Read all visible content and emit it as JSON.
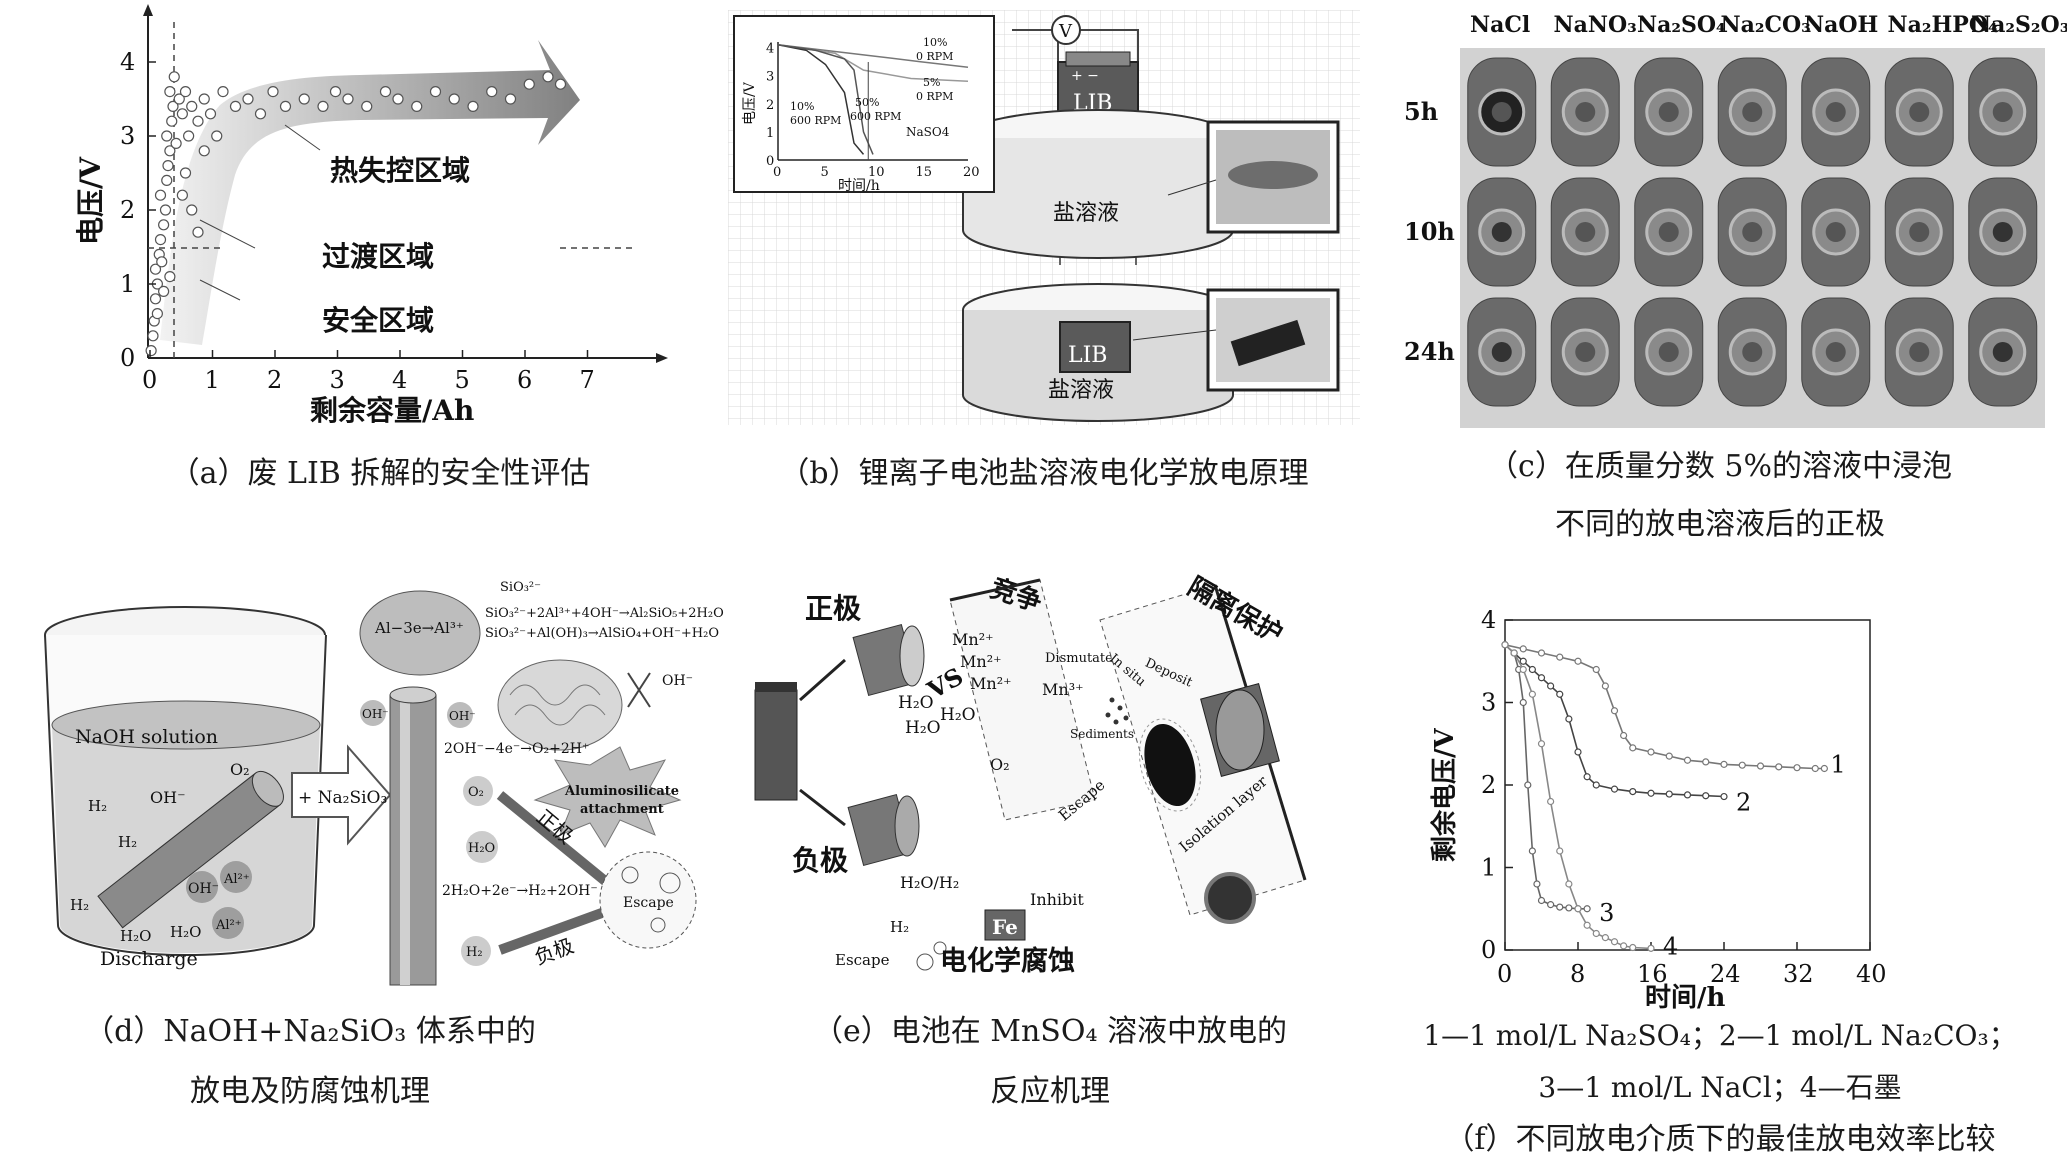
{
  "panel_a": {
    "caption": "（a）废 LIB 拆解的安全性评估",
    "chart_data": {
      "type": "scatter",
      "xlabel": "剩余容量/Ah",
      "ylabel": "电压/V",
      "xlim": [
        0,
        7.5
      ],
      "ylim": [
        0,
        4.3
      ],
      "xticks": [
        "0",
        "1",
        "2",
        "3",
        "4",
        "5",
        "6",
        "7"
      ],
      "yticks": [
        "0",
        "1",
        "2",
        "3",
        "4"
      ],
      "regions": [
        "热失控区域",
        "过渡区域",
        "安全区域"
      ],
      "threshold_voltage": 1.5,
      "threshold_capacity": 0.5,
      "points": [
        [
          0.05,
          0.1
        ],
        [
          0.08,
          0.3
        ],
        [
          0.1,
          0.5
        ],
        [
          0.12,
          0.8
        ],
        [
          0.15,
          1.0
        ],
        [
          0.12,
          1.2
        ],
        [
          0.18,
          1.4
        ],
        [
          0.2,
          1.6
        ],
        [
          0.22,
          1.3
        ],
        [
          0.25,
          1.8
        ],
        [
          0.28,
          2.0
        ],
        [
          0.2,
          2.2
        ],
        [
          0.3,
          2.4
        ],
        [
          0.32,
          2.6
        ],
        [
          0.35,
          2.8
        ],
        [
          0.3,
          3.0
        ],
        [
          0.38,
          3.2
        ],
        [
          0.4,
          3.4
        ],
        [
          0.35,
          3.6
        ],
        [
          0.42,
          3.8
        ],
        [
          0.5,
          3.5
        ],
        [
          0.55,
          3.3
        ],
        [
          0.6,
          3.6
        ],
        [
          0.7,
          3.4
        ],
        [
          0.8,
          3.2
        ],
        [
          0.9,
          3.5
        ],
        [
          1.0,
          3.3
        ],
        [
          1.2,
          3.6
        ],
        [
          1.4,
          3.4
        ],
        [
          1.6,
          3.5
        ],
        [
          1.8,
          3.3
        ],
        [
          2.0,
          3.6
        ],
        [
          2.2,
          3.4
        ],
        [
          2.5,
          3.5
        ],
        [
          2.8,
          3.4
        ],
        [
          3.0,
          3.6
        ],
        [
          3.2,
          3.5
        ],
        [
          3.5,
          3.4
        ],
        [
          3.8,
          3.6
        ],
        [
          4.0,
          3.5
        ],
        [
          4.3,
          3.4
        ],
        [
          4.6,
          3.6
        ],
        [
          4.9,
          3.5
        ],
        [
          5.2,
          3.4
        ],
        [
          5.5,
          3.6
        ],
        [
          5.8,
          3.5
        ],
        [
          6.1,
          3.7
        ],
        [
          6.4,
          3.8
        ],
        [
          6.6,
          3.7
        ],
        [
          0.6,
          2.5
        ],
        [
          0.7,
          2.0
        ],
        [
          0.8,
          1.7
        ],
        [
          0.45,
          2.9
        ],
        [
          0.65,
          3.0
        ],
        [
          0.9,
          2.8
        ],
        [
          1.1,
          3.0
        ],
        [
          0.15,
          0.6
        ],
        [
          0.25,
          0.9
        ],
        [
          0.35,
          1.1
        ],
        [
          0.55,
          2.2
        ]
      ]
    }
  },
  "panel_b": {
    "caption": "（b）锂离子电池盐溶液电化学放电原理",
    "voltmeter": "V",
    "battery": "LIB",
    "battery_terminals": "+ −",
    "solution": "盐溶液",
    "inset": {
      "ylabel": "电压/V",
      "xlabel": "时间/h",
      "xticks": [
        "0",
        "5",
        "10",
        "15",
        "20"
      ],
      "yticks": [
        "0",
        "1",
        "2",
        "3",
        "4"
      ],
      "salt": "NaSO4",
      "series": [
        {
          "name": "10% 0 RPM",
          "points": [
            [
              0,
              4.1
            ],
            [
              5,
              3.9
            ],
            [
              10,
              3.7
            ],
            [
              15,
              3.5
            ],
            [
              20,
              3.3
            ]
          ]
        },
        {
          "name": "5% 0 RPM",
          "points": [
            [
              0,
              4.1
            ],
            [
              6,
              3.8
            ],
            [
              9,
              3.2
            ],
            [
              14,
              2.9
            ],
            [
              20,
              2.8
            ]
          ]
        },
        {
          "name": "10% 600 RPM",
          "points": [
            [
              0,
              4.1
            ],
            [
              3,
              3.9
            ],
            [
              5,
              3.4
            ],
            [
              7,
              2.4
            ],
            [
              8,
              0.6
            ],
            [
              9,
              0.2
            ]
          ]
        },
        {
          "name": "50% 600 RPM",
          "points": [
            [
              0,
              4.1
            ],
            [
              4,
              3.9
            ],
            [
              7,
              3.6
            ],
            [
              8,
              3.2
            ],
            [
              9,
              1.0
            ],
            [
              10,
              0.2
            ]
          ]
        }
      ],
      "labels": {
        "a": "10%",
        "b": "0 RPM",
        "c": "5%",
        "d": "0 RPM",
        "e": "10%",
        "f": "600 RPM",
        "g": "50%",
        "h": "600 RPM"
      }
    }
  },
  "panel_c": {
    "caption_line1": "（c）在质量分数 5%的溶液中浸泡",
    "caption_line2": "不同的放电溶液后的正极",
    "columns": [
      "NaCl",
      "NaNO₃",
      "Na₂SO₄",
      "Na₂CO₃",
      "NaOH",
      "Na₂HPO₄",
      "Na₂S₂O₃"
    ],
    "rows": [
      "5h",
      "10h",
      "24h"
    ]
  },
  "panel_d": {
    "caption_line1": "（d）NaOH+Na₂SiO₃ 体系中的",
    "caption_line2": "放电及防腐蚀机理",
    "solution": "NaOH solution",
    "discharge": "Discharge",
    "arrow": "+ Na₂SiO₃",
    "eq1": "Al−3e→Al³⁺",
    "eq2": "SiO₃²⁻",
    "eq3": "SiO₃²⁻+2Al³⁺+4OH⁻→Al₂SiO₅+2H₂O",
    "eq4": "SiO₃²⁻+Al(OH)₃→AlSiO₄+OH⁻+H₂O",
    "eq5": "2OH⁻−4e⁻→O₂+2H⁺",
    "eq6": "2H₂O+2e⁻→H₂+2OH⁻",
    "attach": "Aluminosilicate attachment",
    "escape": "Escape",
    "pos": "正极",
    "neg": "负极",
    "species": {
      "o2": "O₂",
      "h2o": "H₂O",
      "h2": "H₂",
      "oh": "OH⁻",
      "al": "Al³⁺",
      "oh2": "OH⁻",
      "oh3": "OH⁻",
      "al2": "Al²⁺",
      "h2o2": "H₂O",
      "h2b": "H₂",
      "h2c": "H₂",
      "h2d": "H₂"
    }
  },
  "panel_e": {
    "caption_line1": "（e）电池在 MnSO₄ 溶液中放电的",
    "caption_line2": "反应机理",
    "pos": "正极",
    "neg": "负极",
    "compete": "竞争",
    "isolate": "隔离保护",
    "corrosion": "电化学腐蚀",
    "vs": "VS",
    "mn": "Mn²⁺",
    "mn3": "Mn³⁺",
    "dismutate": "Dismutate",
    "insitu": "In situ",
    "deposit": "Deposit",
    "sediments": "Sediments",
    "escape": "Escape",
    "escape2": "Escape",
    "isolation": "Isolation layer",
    "inhibit": "Inhibit",
    "fe": "Fe",
    "h2o": "H₂O",
    "o2": "O₂",
    "h2oh2": "H₂O/H₂",
    "h2": "H₂"
  },
  "panel_f": {
    "legend_line1": "1—1 mol/L Na₂SO₄；2—1 mol/L Na₂CO₃；",
    "legend_line2": "3—1 mol/L NaCl；4—石墨",
    "caption": "（f）不同放电介质下的最佳放电效率比较",
    "chart_data": {
      "type": "line",
      "xlabel": "时间/h",
      "ylabel": "剩余电压/V",
      "xlim": [
        0,
        40
      ],
      "ylim": [
        0,
        4
      ],
      "xticks": [
        "0",
        "8",
        "16",
        "24",
        "32",
        "40"
      ],
      "yticks": [
        "0",
        "1",
        "2",
        "3",
        "4"
      ],
      "series": [
        {
          "name": "1",
          "points": [
            [
              0,
              3.7
            ],
            [
              2,
              3.65
            ],
            [
              4,
              3.6
            ],
            [
              6,
              3.55
            ],
            [
              8,
              3.5
            ],
            [
              10,
              3.4
            ],
            [
              11,
              3.2
            ],
            [
              12,
              2.9
            ],
            [
              13,
              2.6
            ],
            [
              14,
              2.45
            ],
            [
              16,
              2.4
            ],
            [
              18,
              2.35
            ],
            [
              20,
              2.3
            ],
            [
              22,
              2.28
            ],
            [
              24,
              2.25
            ],
            [
              26,
              2.24
            ],
            [
              28,
              2.23
            ],
            [
              30,
              2.22
            ],
            [
              32,
              2.21
            ],
            [
              34,
              2.2
            ],
            [
              35,
              2.2
            ]
          ]
        },
        {
          "name": "2",
          "points": [
            [
              0,
              3.7
            ],
            [
              1,
              3.6
            ],
            [
              2,
              3.5
            ],
            [
              3,
              3.4
            ],
            [
              4,
              3.3
            ],
            [
              5,
              3.2
            ],
            [
              6,
              3.1
            ],
            [
              7,
              2.8
            ],
            [
              8,
              2.4
            ],
            [
              9,
              2.1
            ],
            [
              10,
              2.0
            ],
            [
              12,
              1.95
            ],
            [
              14,
              1.92
            ],
            [
              16,
              1.9
            ],
            [
              18,
              1.89
            ],
            [
              20,
              1.88
            ],
            [
              22,
              1.87
            ],
            [
              24,
              1.86
            ]
          ]
        },
        {
          "name": "3",
          "points": [
            [
              0,
              3.7
            ],
            [
              1,
              3.6
            ],
            [
              1.5,
              3.4
            ],
            [
              2,
              3.0
            ],
            [
              2.5,
              2.0
            ],
            [
              3,
              1.2
            ],
            [
              3.5,
              0.8
            ],
            [
              4,
              0.6
            ],
            [
              5,
              0.55
            ],
            [
              6,
              0.52
            ],
            [
              7,
              0.51
            ],
            [
              8,
              0.5
            ],
            [
              9,
              0.5
            ]
          ]
        },
        {
          "name": "4",
          "points": [
            [
              0,
              3.7
            ],
            [
              1,
              3.6
            ],
            [
              2,
              3.4
            ],
            [
              3,
              3.1
            ],
            [
              4,
              2.5
            ],
            [
              5,
              1.8
            ],
            [
              6,
              1.2
            ],
            [
              7,
              0.8
            ],
            [
              8,
              0.5
            ],
            [
              9,
              0.3
            ],
            [
              10,
              0.2
            ],
            [
              11,
              0.15
            ],
            [
              12,
              0.1
            ],
            [
              13,
              0.05
            ],
            [
              14,
              0.03
            ],
            [
              16,
              0.02
            ]
          ]
        }
      ]
    }
  }
}
